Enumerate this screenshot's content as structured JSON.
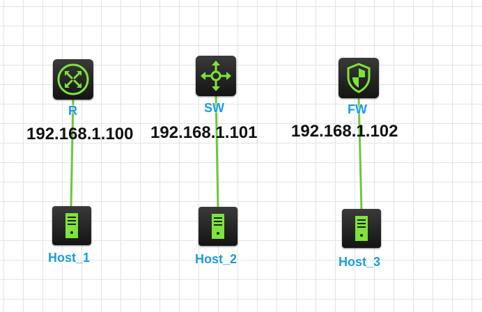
{
  "devices": {
    "r": {
      "label": "R",
      "ip": "192.168.1.100",
      "icon": "router-icon"
    },
    "sw": {
      "label": "SW",
      "ip": "192.168.1.101",
      "icon": "switch-icon"
    },
    "fw": {
      "label": "FW",
      "ip": "192.168.1.102",
      "icon": "firewall-icon"
    }
  },
  "hosts": {
    "h1": {
      "label": "Host_1",
      "icon": "server-icon"
    },
    "h2": {
      "label": "Host_2",
      "icon": "server-icon"
    },
    "h3": {
      "label": "Host_3",
      "icon": "server-icon"
    }
  },
  "links": [
    {
      "from": "R",
      "to": "Host_1"
    },
    {
      "from": "SW",
      "to": "Host_2"
    },
    {
      "from": "FW",
      "to": "Host_3"
    }
  ],
  "colors": {
    "icon_green": "#7ee33a",
    "link_green": "#6cc83a",
    "label_blue": "#1a9be0",
    "ip_text": "#111111"
  }
}
